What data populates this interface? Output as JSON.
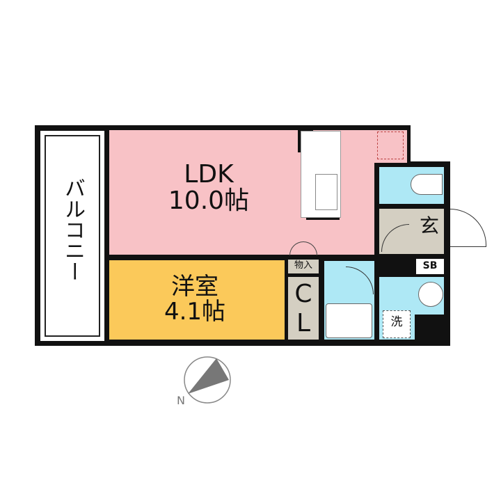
{
  "rooms": {
    "balcony": "バルコニー",
    "ldk": {
      "name": "LDK",
      "size": "10.0帖"
    },
    "western": {
      "name": "洋室",
      "size": "4.1帖"
    },
    "storage": "物入",
    "closet_c": "C",
    "closet_l": "L",
    "entrance": "玄",
    "shoe_box": "SB",
    "washer": "洗"
  },
  "compass": {
    "north": "N"
  },
  "colors": {
    "ldk": "#f8c2c6",
    "western": "#fbc95a",
    "wet": "#aee8f5",
    "closet": "#d4cfc2"
  }
}
